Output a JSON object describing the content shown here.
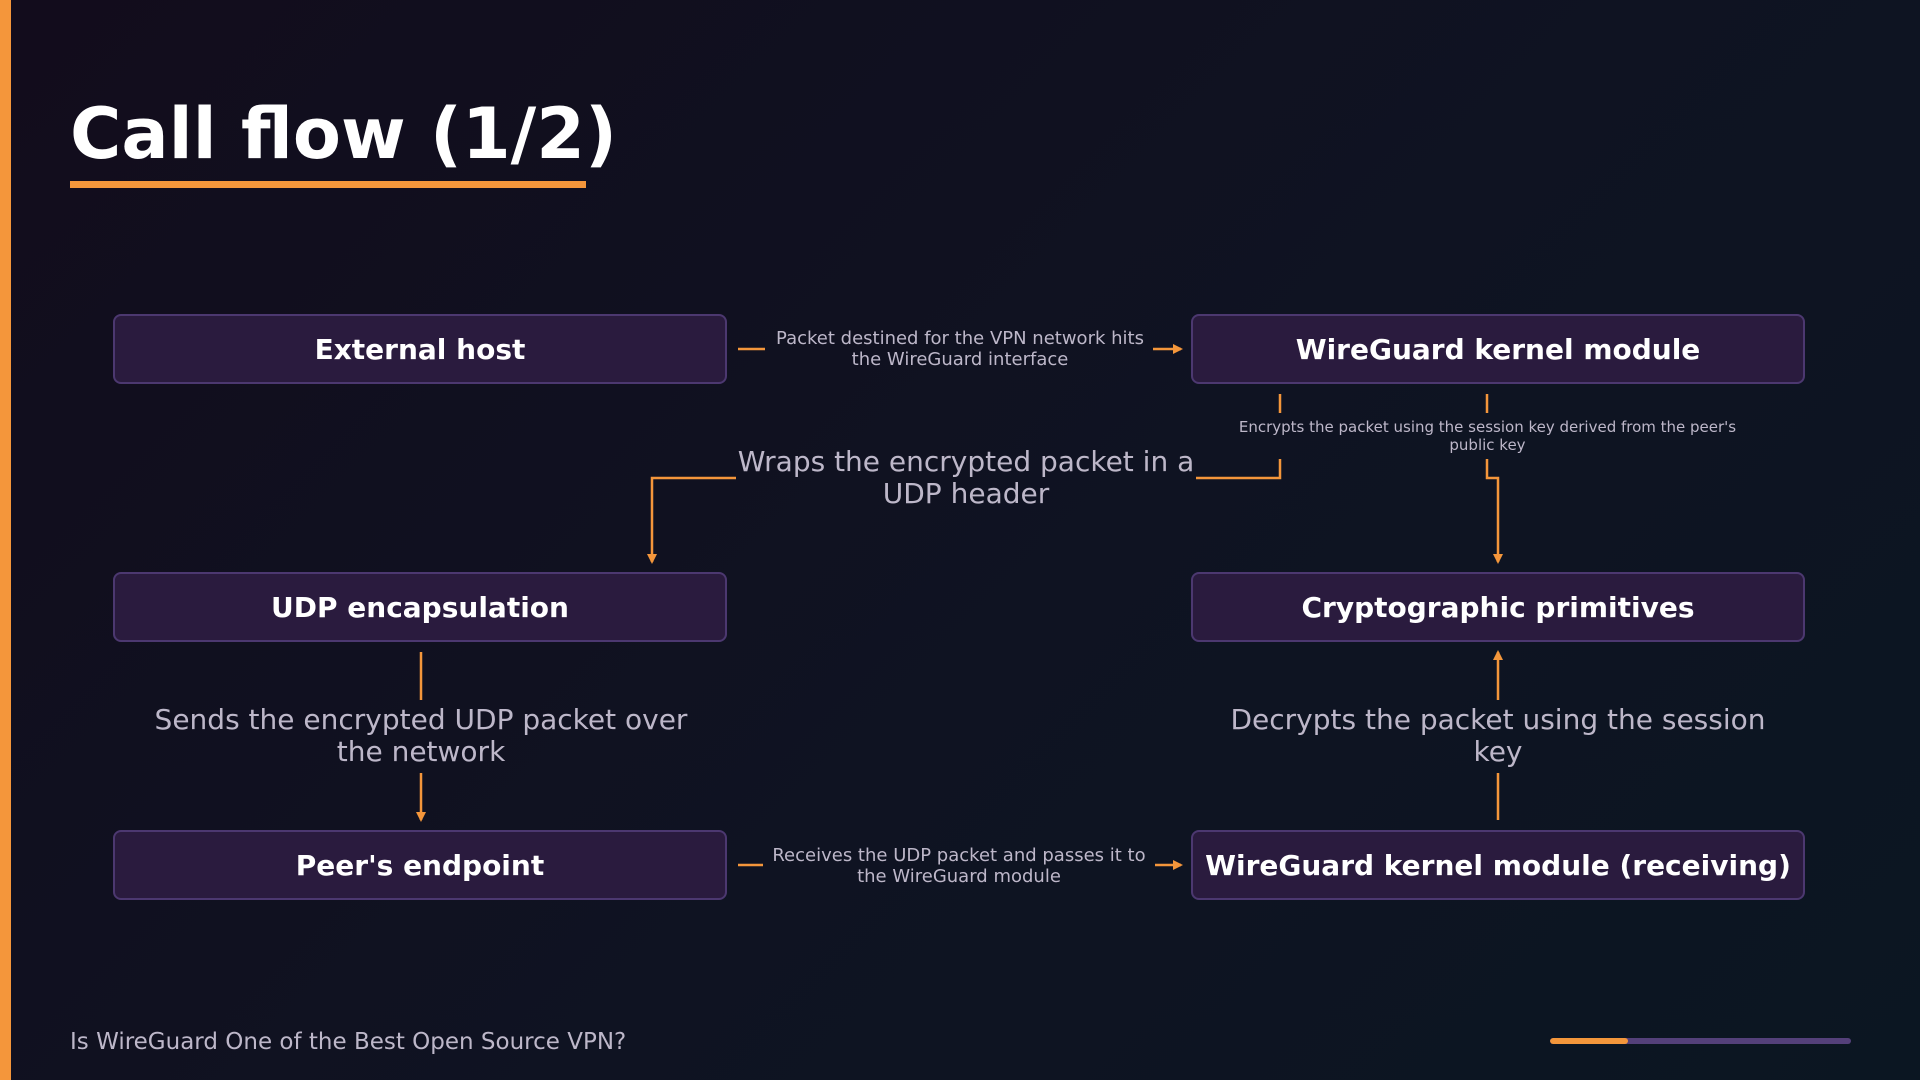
{
  "slide": {
    "title": "Call flow (1/2)",
    "footer": "Is WireGuard One of the Best Open Source VPN?",
    "progress_fraction": 0.26
  },
  "colors": {
    "accent": "#f4963b",
    "node_fill": "#2a1b3e",
    "node_border": "#4c3870",
    "progress_track": "#54407a"
  },
  "nodes": {
    "external_host": "External host",
    "wg_kernel": "WireGuard kernel module",
    "udp_encap": "UDP encapsulation",
    "crypto": "Cryptographic primitives",
    "peer": "Peer's endpoint",
    "wg_receiving": "WireGuard kernel module (receiving)"
  },
  "edges": {
    "host_to_wg": "Packet destined for the VPN network hits the WireGuard interface",
    "wg_to_crypto": "Encrypts the packet using the session key derived from the peer's public key",
    "wg_to_udp": "Wraps the encrypted packet in a UDP header",
    "udp_to_peer": "Sends the encrypted UDP packet over the network",
    "peer_to_wgrecv": "Receives the UDP packet and passes it to the WireGuard module",
    "wgrecv_to_crypto": "Decrypts the packet using the session key"
  }
}
